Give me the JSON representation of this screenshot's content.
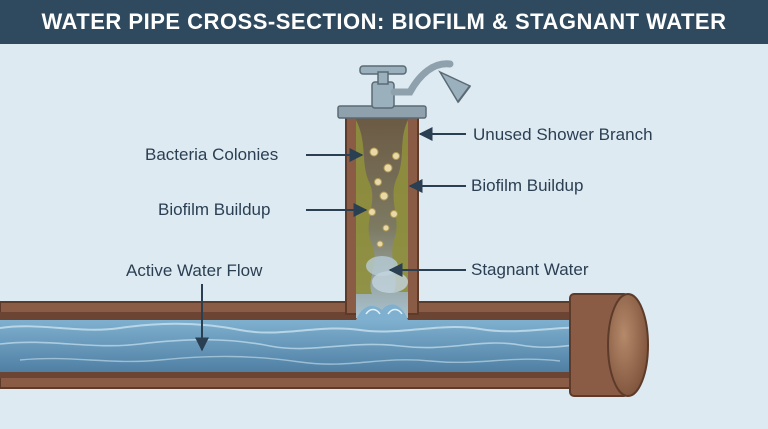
{
  "title": "WATER PIPE CROSS-SECTION: BIOFILM & STAGNANT WATER",
  "labels": {
    "bacteria_colonies": "Bacteria Colonies",
    "biofilm_left": "Biofilm Buildup",
    "active_flow": "Active Water Flow",
    "unused_branch": "Unused Shower Branch",
    "biofilm_right": "Biofilm Buildup",
    "stagnant_water": "Stagnant Water"
  },
  "colors": {
    "title_bar": "#2f4a5e",
    "background": "#deeaf2",
    "pipe_wall": "#8a5c45",
    "water": "#5c8fb3",
    "biofilm": "#8f8f3c",
    "arrow": "#2b3f52"
  },
  "icons": [
    "faucet-handle-icon",
    "shower-head-icon"
  ]
}
